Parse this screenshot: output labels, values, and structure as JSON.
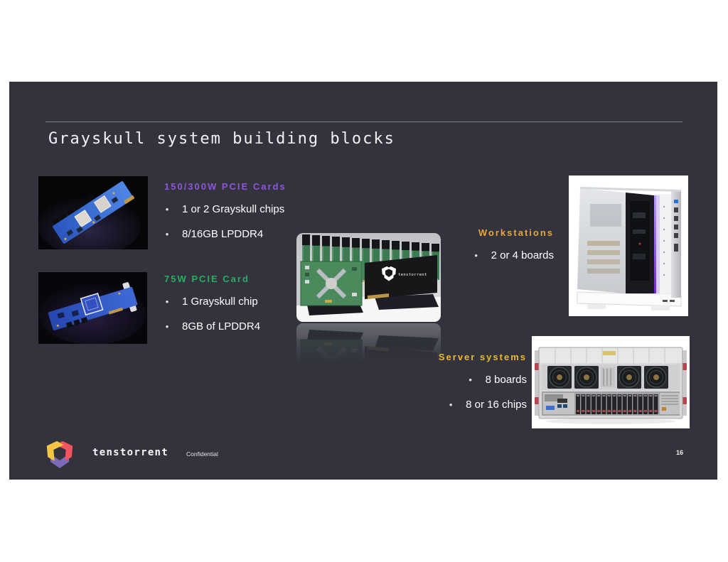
{
  "slide": {
    "title": "Grayskull system building blocks",
    "page_number": "16",
    "background_color": "#32333D",
    "footer": {
      "brand": "tenstorrent",
      "label": "Confidential"
    }
  },
  "ui": {
    "bullet_char": "•"
  },
  "sections": {
    "pcie_150_300": {
      "heading": "150/300W PCIE Cards",
      "accent": "#8E55D9",
      "bullets": [
        "1 or 2 Grayskull chips",
        "8/16GB LPDDR4"
      ]
    },
    "pcie_75": {
      "heading": "75W PCIE Card",
      "accent": "#27AE60",
      "bullets": [
        "1 Grayskull chip",
        "8GB of LPDDR4"
      ]
    },
    "workstations": {
      "heading": "Workstations",
      "accent": "#E8A536",
      "bullets": [
        "2 or 4 boards"
      ]
    },
    "server_systems": {
      "heading": "Server systems",
      "accent": "#EDB928",
      "bullets": [
        "8 boards",
        "8 or 16 chips"
      ]
    }
  },
  "images": {
    "card_stack_label": "tenstorrent"
  },
  "logo_colors": {
    "yellow": "#F6C544",
    "red": "#F0545F",
    "purple": "#7A6AB8"
  }
}
